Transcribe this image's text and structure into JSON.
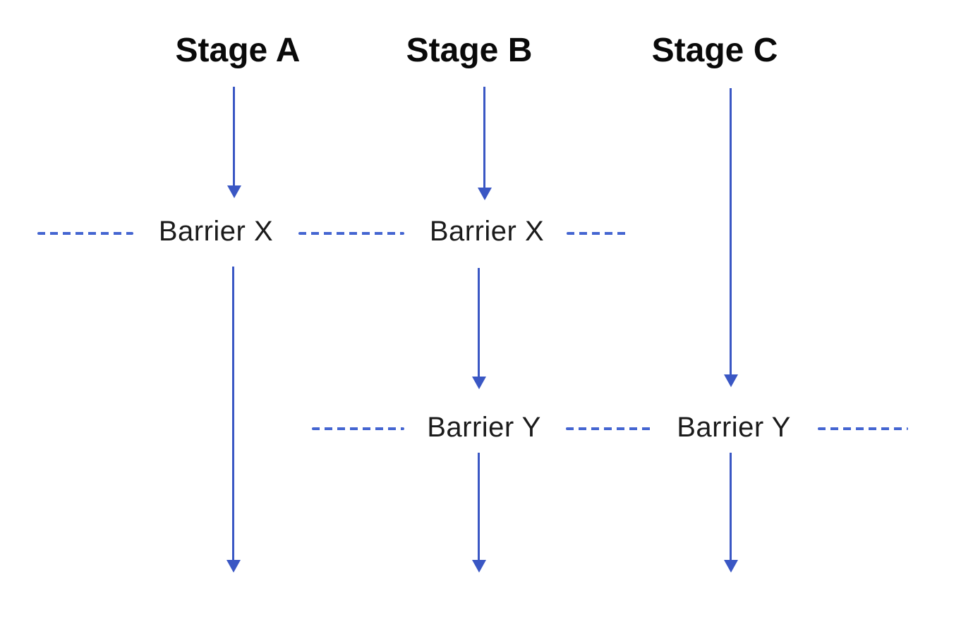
{
  "diagram": {
    "stages": [
      {
        "label": "Stage A"
      },
      {
        "label": "Stage B"
      },
      {
        "label": "Stage C"
      }
    ],
    "barrier_labels": {
      "x": "Barrier X",
      "y": "Barrier Y"
    },
    "colors": {
      "arrow_blue": "#3a57c4",
      "dash_blue": "#4465d1",
      "title_text": "#0a0a0a",
      "barrier_text": "#1b1b1b",
      "background": "#ffffff"
    }
  }
}
